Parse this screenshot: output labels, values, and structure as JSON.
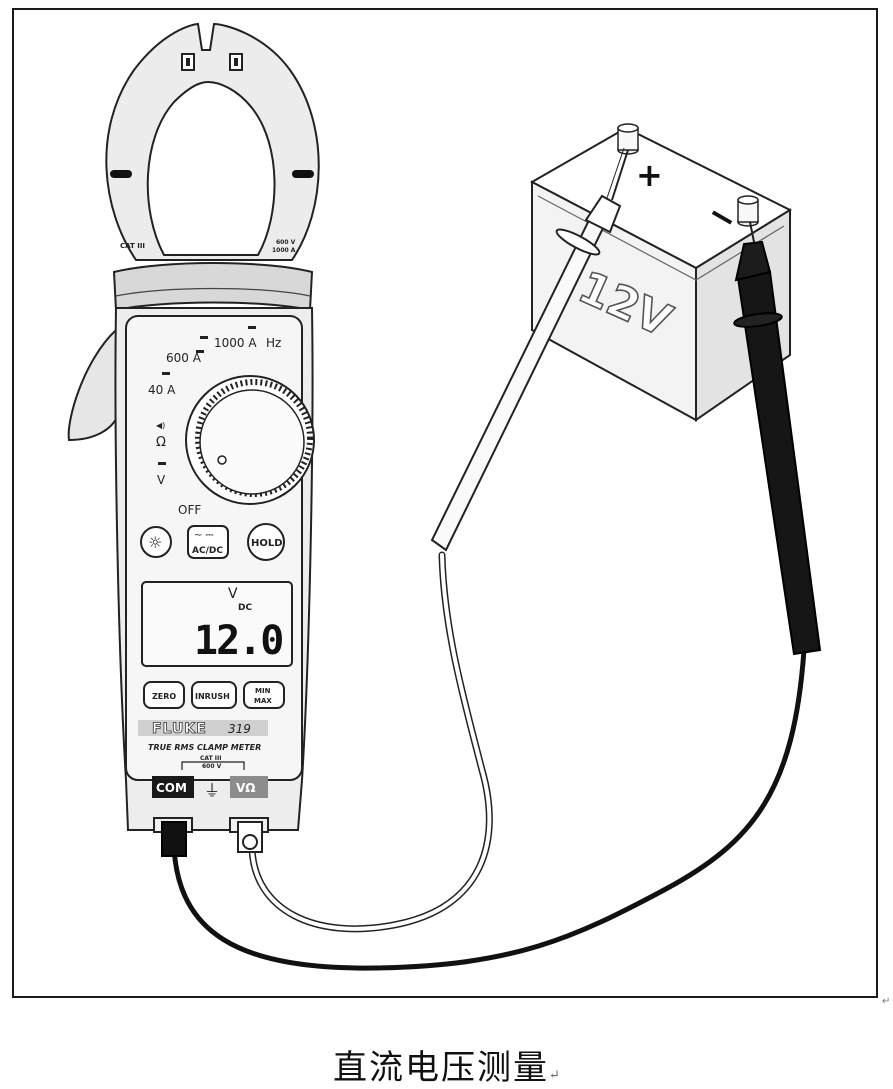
{
  "meter": {
    "brand": "FLUKE",
    "model": "319",
    "subtitle": "TRUE RMS CLAMP METER",
    "jaw_cat_left": "CAT III",
    "jaw_cat_right_top": "600 V",
    "jaw_cat_right_bottom": "1000 A",
    "dial": {
      "pos_1000a": "1000 A",
      "pos_hz": "Hz",
      "pos_600a": "600 A",
      "pos_40a": "40 A",
      "pos_ohm": "Ω",
      "pos_volt": "V",
      "pos_off": "OFF"
    },
    "buttons": {
      "backlight_icon": "sun-icon",
      "acdc_label": "AC/DC",
      "hold_label": "HOLD",
      "zero_label": "ZERO",
      "inrush_label": "INRUSH",
      "minmax_top": "MIN",
      "minmax_bottom": "MAX"
    },
    "display": {
      "unit": "V",
      "mode": "DC",
      "reading": "12.0"
    },
    "terminals": {
      "com_label": "COM",
      "cat_label_top": "CAT III",
      "cat_label_bottom": "600 V",
      "ground_icon": "ground-icon",
      "vohm_label": "VΩ"
    }
  },
  "battery": {
    "label": "12V",
    "positive_symbol": "+",
    "negative_symbol": "−"
  },
  "caption": {
    "text": "直流电压测量",
    "mark": "↵"
  },
  "edge_mark": "↵"
}
